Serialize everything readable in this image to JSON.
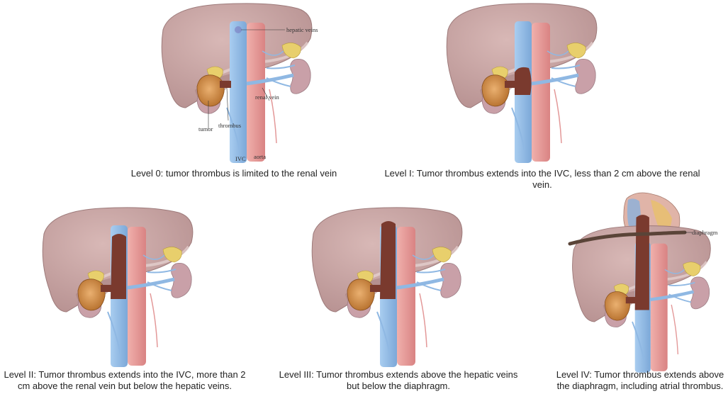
{
  "figure": {
    "panels": [
      {
        "id": "level-0",
        "caption": "Level 0: tumor thrombus is limited to the renal vein",
        "labels": {
          "hepatic_veins": "hepatic veins",
          "renal_vein": "renal vein",
          "thrombus": "thrombus",
          "tumor": "tumor",
          "ivc": "IVC",
          "aorta": "aorta"
        }
      },
      {
        "id": "level-1",
        "caption": "Level I: Tumor thrombus extends into the IVC, less than 2 cm above the renal vein."
      },
      {
        "id": "level-2",
        "caption": "Level II: Tumor thrombus extends into the IVC, more than 2 cm above the renal vein but below the hepatic veins."
      },
      {
        "id": "level-3",
        "caption": "Level III: Tumor thrombus extends above the hepatic veins but below the diaphragm."
      },
      {
        "id": "level-4",
        "caption": "Level IV: Tumor thrombus extends above the diaphragm, including atrial thrombus.",
        "labels": {
          "diaphragm": "diaphragm"
        }
      }
    ],
    "colors": {
      "liver": "#c9a3a3",
      "ivc": "#8fb8e3",
      "aorta": "#e39898",
      "thrombus": "#7a3a2e",
      "tumor": "#d7934a",
      "adrenal": "#e8cf6c",
      "kidney": "#c9a0a8",
      "diaphragm": "#5a4438"
    }
  }
}
